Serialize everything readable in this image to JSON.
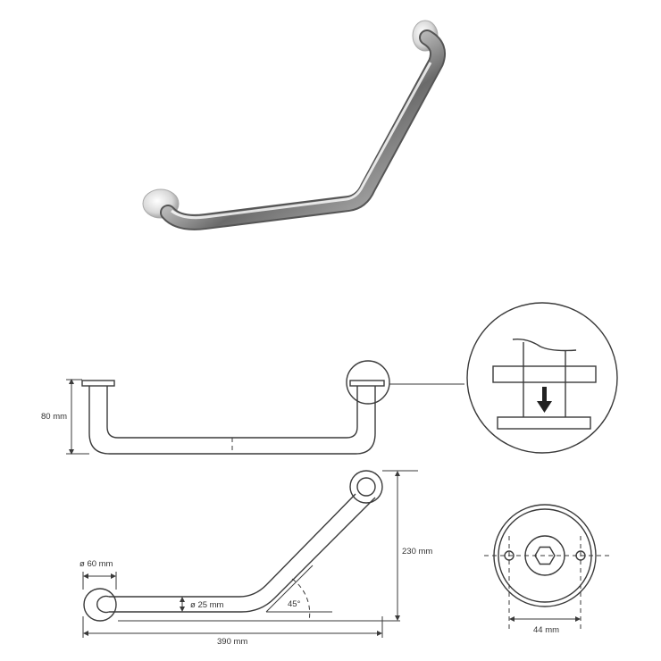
{
  "dimensions": {
    "height": "80 mm",
    "rise": "230 mm",
    "length": "390 mm",
    "flange_diameter": "ø 60 mm",
    "tube_diameter": "ø 25 mm",
    "angle": "45°",
    "hole_spacing": "44 mm"
  },
  "colors": {
    "line": "#3a3a3a",
    "chrome_dark": "#5a5a5a",
    "chrome_light": "#f4f4f4"
  }
}
